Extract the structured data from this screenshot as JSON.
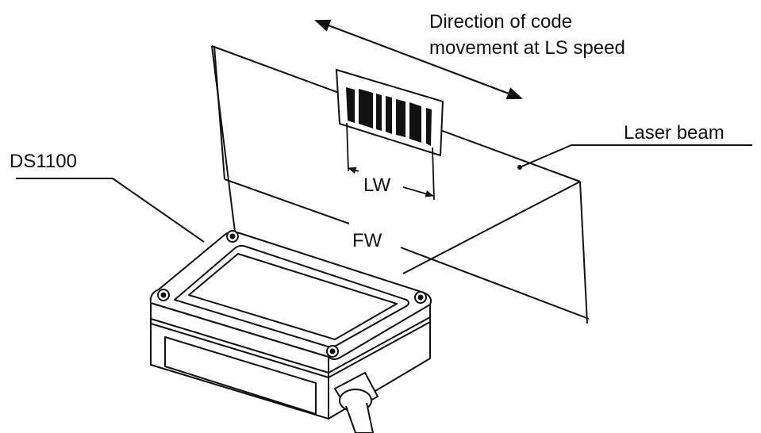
{
  "labels": {
    "direction_line1": "Direction of code",
    "direction_line2": "movement at LS speed",
    "laser_beam": "Laser beam",
    "device": "DS1100",
    "lw": "LW",
    "fw": "FW"
  },
  "colors": {
    "ink": "#111111",
    "background": "#ffffff"
  }
}
